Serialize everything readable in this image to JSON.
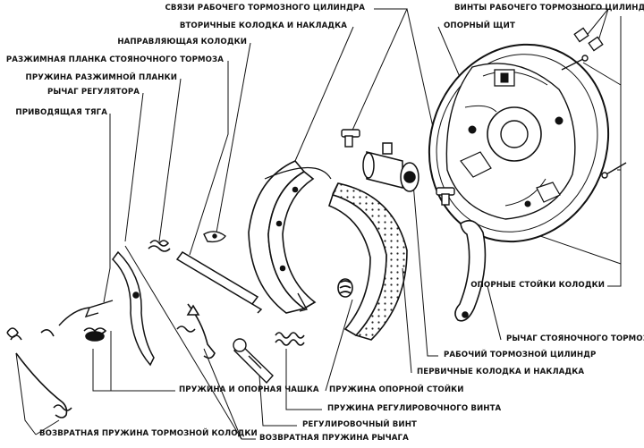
{
  "labels": {
    "wheel_cylinder_links": "СВЯЗИ РАБОЧЕГО ТОРМОЗНОГО ЦИЛИНДРА",
    "wheel_cylinder_screws": "ВИНТЫ РАБОЧЕГО ТОРМОЗНОГО ЦИЛИНДРА",
    "secondary_shoe": "ВТОРИЧНЫЕ КОЛОДКА И НАКЛАДКА",
    "backing_plate": "ОПОРНЫЙ ЩИТ",
    "shoe_guide": "НАПРАВЛЯЮЩАЯ КОЛОДКИ",
    "parking_strut": "РАЗЖИМНАЯ ПЛАНКА СТОЯНОЧНОГО ТОРМОЗА",
    "strut_spring": "ПРУЖИНА РАЗЖИМНОЙ ПЛАНКИ",
    "adjuster_lever": "РЫЧАГ РЕГУЛЯТОРА",
    "actuating_link": "ПРИВОДЯЩАЯ ТЯГА",
    "anchor_pins": "ОПОРНЫЕ СТОЙКИ КОЛОДКИ",
    "parking_lever": "РЫЧАГ СТОЯНОЧНОГО ТОРМОЗА",
    "wheel_cylinder": "РАБОЧИЙ ТОРМОЗНОЙ ЦИЛИНДР",
    "primary_shoe": "ПЕРВИЧНЫЕ КОЛОДКА И НАКЛАДКА",
    "spring_and_cup": "ПРУЖИНА И ОПОРНАЯ ЧАШКА",
    "hold_down_spring": "ПРУЖИНА ОПОРНОЙ СТОЙКИ",
    "adjuster_spring": "ПРУЖИНА РЕГУЛИРОВОЧНОГО ВИНТА",
    "adjuster_screw": "РЕГУЛИРОВОЧНЫЙ ВИНТ",
    "return_spring_shoe": "ВОЗВРАТНАЯ ПРУЖИНА ТОРМОЗНОЙ КОЛОДКИ",
    "return_spring_lever": "ВОЗВРАТНАЯ ПРУЖИНА РЫЧАГА"
  }
}
